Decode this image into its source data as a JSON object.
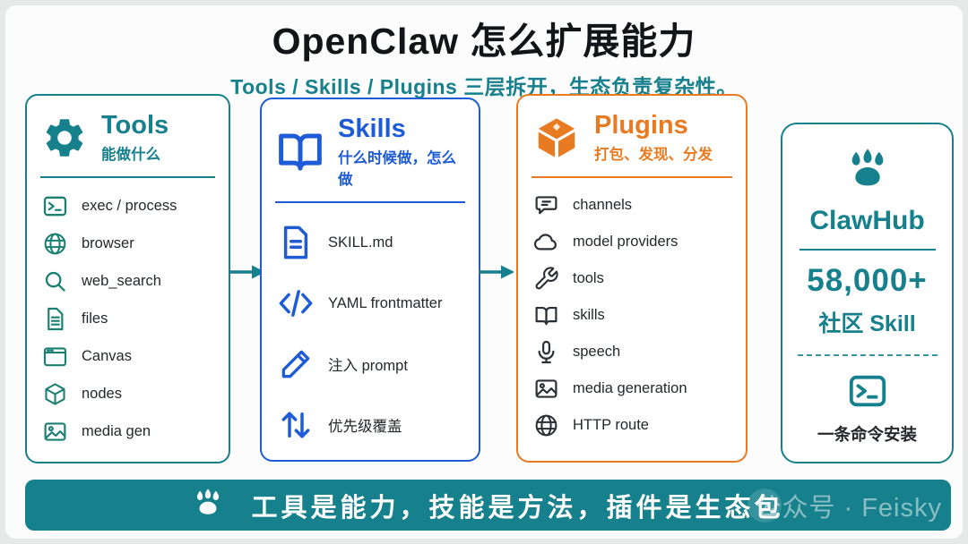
{
  "header": {
    "title": "OpenClaw 怎么扩展能力",
    "subtitle": "Tools / Skills / Plugins 三层拆开，生态负责复杂性。"
  },
  "colors": {
    "teal": "#16808D",
    "teal_green_icons": "#1B8071",
    "blue": "#1E5BD6",
    "orange": "#E87A21",
    "dark_text": "#24282D",
    "canvas_bg": "#FCFCFD"
  },
  "cards": {
    "tools": {
      "title": "Tools",
      "subtitle": "能做什么",
      "icon": "gear-icon",
      "items": [
        {
          "icon": "terminal-icon",
          "label": "exec / process"
        },
        {
          "icon": "globe-icon",
          "label": "browser"
        },
        {
          "icon": "search-icon",
          "label": "web_search"
        },
        {
          "icon": "file-icon",
          "label": "files"
        },
        {
          "icon": "window-icon",
          "label": "Canvas"
        },
        {
          "icon": "cube-icon",
          "label": "nodes"
        },
        {
          "icon": "image-icon",
          "label": "media gen"
        }
      ]
    },
    "skills": {
      "title": "Skills",
      "subtitle": "什么时候做，怎么做",
      "icon": "open-book-icon",
      "items": [
        {
          "icon": "document-icon",
          "label": "SKILL.md"
        },
        {
          "icon": "code-icon",
          "label": "YAML frontmatter"
        },
        {
          "icon": "pencil-icon",
          "label": "注入 prompt"
        },
        {
          "icon": "sort-arrows-icon",
          "label": "优先级覆盖"
        }
      ]
    },
    "plugins": {
      "title": "Plugins",
      "subtitle": "打包、发现、分发",
      "icon": "package-icon",
      "items": [
        {
          "icon": "chat-bubble-icon",
          "label": "channels"
        },
        {
          "icon": "cloud-icon",
          "label": "model providers"
        },
        {
          "icon": "wrench-icon",
          "label": "tools"
        },
        {
          "icon": "book-icon",
          "label": "skills"
        },
        {
          "icon": "microphone-icon",
          "label": "speech"
        },
        {
          "icon": "image-icon",
          "label": "media generation"
        },
        {
          "icon": "globe-icon",
          "label": "HTTP route"
        }
      ]
    }
  },
  "clawhub": {
    "title": "ClawHub",
    "count": "58,000+",
    "caption": "社区 Skill",
    "install_caption": "一条命令安装",
    "icon": "paw-icon"
  },
  "banner": {
    "text": "工具是能力，技能是方法，插件是生态包",
    "icon": "paw-icon"
  },
  "watermark": {
    "text": "公众号 · Feisky"
  }
}
